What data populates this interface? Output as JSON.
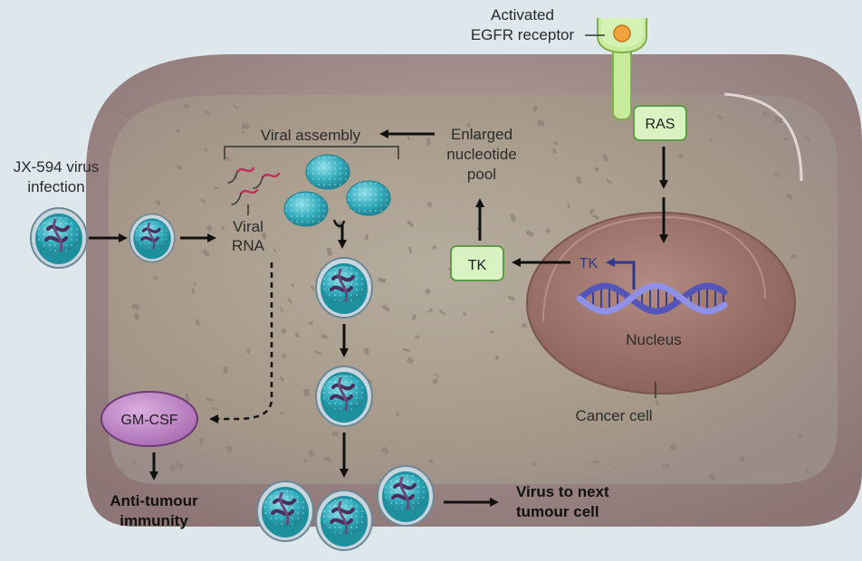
{
  "colors": {
    "background": "#dde7ec",
    "cell_fill": "#9e8383",
    "cytoplasm": "#a89b8f",
    "nucleus": "#9a7169",
    "virus_teal": "#2aa6b6",
    "receptor_green": "#c6ec9c",
    "ras_tk_box": "#d8f2c2",
    "gmcsf_purple": "#c58cc8",
    "dna_blue": "#6a6bd0",
    "arrow": "#111111"
  },
  "icons": {
    "virus": "virus-particle-icon",
    "viral_rna": "rna-strand-icon",
    "receptor": "egfr-receptor-icon",
    "dna": "dna-double-helix-icon"
  },
  "labels": {
    "receptor": [
      "Activated",
      "EGFR receptor"
    ],
    "infection": [
      "JX-594 virus",
      "infection"
    ],
    "viral_assembly": "Viral assembly",
    "nucleotide_pool": [
      "Enlarged",
      "nucleotide",
      "pool"
    ],
    "viral_rna": [
      "Viral",
      "RNA"
    ],
    "ras": "RAS",
    "tk_box": "TK",
    "tk_nucleus": "TK",
    "nucleus": "Nucleus",
    "cancer_cell": "Cancer cell",
    "gmcsf": "GM-CSF",
    "immunity": [
      "Anti-tumour",
      "immunity"
    ],
    "spread": [
      "Virus to next",
      "tumour cell"
    ]
  }
}
